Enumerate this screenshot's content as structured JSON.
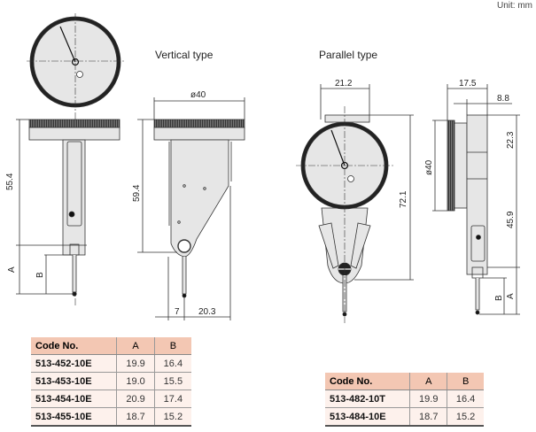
{
  "unit_label": "Unit: mm",
  "vertical": {
    "title": "Vertical type",
    "dims": {
      "h": "55.4",
      "a": "A",
      "b": "B",
      "dia": "ø40",
      "h2": "59.4",
      "w1": "7",
      "w2": "20.3"
    }
  },
  "parallel": {
    "title": "Parallel type",
    "dims": {
      "w": "21.2",
      "h": "72.1",
      "d1": "17.5",
      "d2": "8.8",
      "dia": "ø40",
      "h1": "22.3",
      "h2": "45.9",
      "a": "A",
      "b": "B"
    }
  },
  "table_vertical": {
    "headers": [
      "Code No.",
      "A",
      "B"
    ],
    "rows": [
      [
        "513-452-10E",
        "19.9",
        "16.4"
      ],
      [
        "513-453-10E",
        "19.0",
        "15.5"
      ],
      [
        "513-454-10E",
        "20.9",
        "17.4"
      ],
      [
        "513-455-10E",
        "18.7",
        "15.2"
      ]
    ]
  },
  "table_parallel": {
    "headers": [
      "Code No.",
      "A",
      "B"
    ],
    "rows": [
      [
        "513-482-10T",
        "19.9",
        "16.4"
      ],
      [
        "513-484-10E",
        "18.7",
        "15.2"
      ]
    ]
  },
  "colors": {
    "header": "#f3c7b3",
    "row": "#fdf1ec",
    "part": "#e6e6e6"
  }
}
